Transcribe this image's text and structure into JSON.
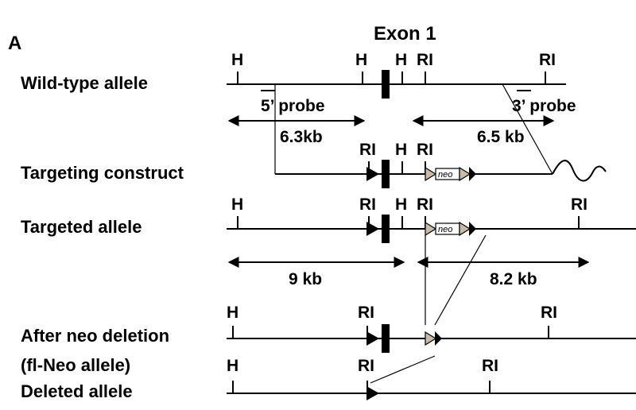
{
  "panel_label": "A",
  "exon_label": "Exon 1",
  "rows": {
    "wild_type": "Wild-type allele",
    "targeting": "Targeting construct",
    "targeted": "Targeted allele",
    "after_neo": "After neo deletion",
    "fl_neo": "(fl-Neo allele)",
    "deleted": "Deleted allele"
  },
  "sites": {
    "hindiii": "H",
    "ecori": "RI"
  },
  "probes": {
    "five_prime": "5’ probe",
    "three_prime": "3’ probe"
  },
  "sizes": {
    "wt_h": "6.3kb",
    "wt_ri": "6.5 kb",
    "tg_h": "9 kb",
    "tg_ri": "8.2 kb"
  },
  "neo_label": "neo",
  "colors": {
    "ink": "#000000",
    "loxp_fill": "#c8bca6",
    "neo_fill": "#ffffff"
  }
}
